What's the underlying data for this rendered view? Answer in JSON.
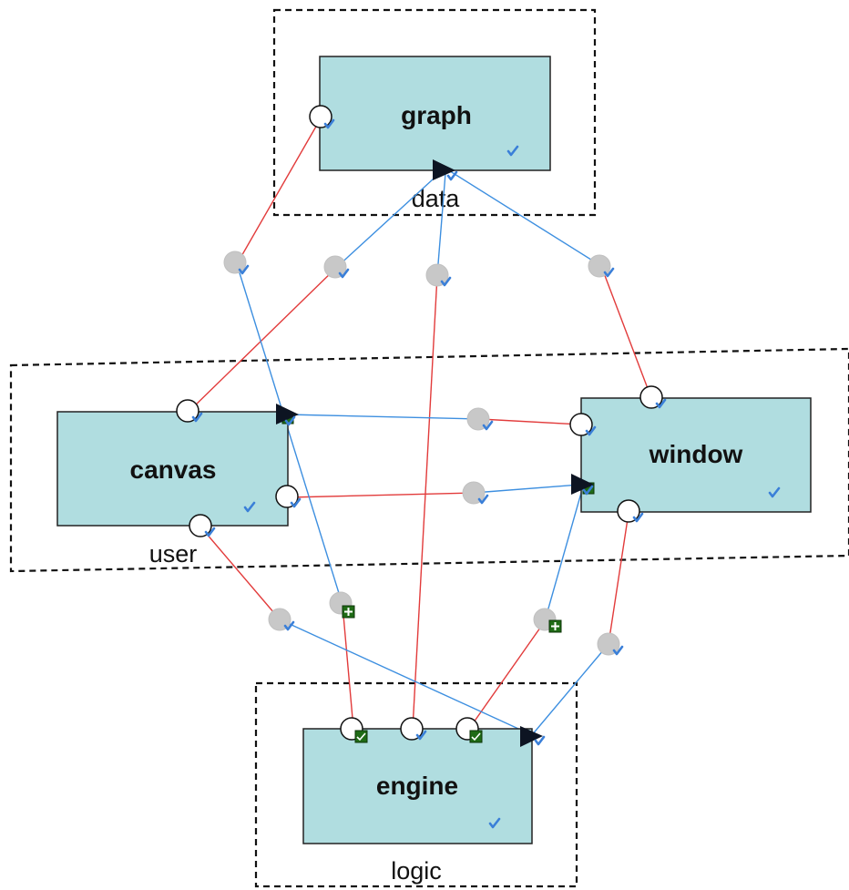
{
  "components": {
    "graph": "graph",
    "canvas": "canvas",
    "window": "window",
    "engine": "engine"
  },
  "groups": {
    "data": "data",
    "user": "user",
    "logic": "logic"
  },
  "colors": {
    "box_fill": "#b0dde0",
    "red_edge": "#e23b3b",
    "blue_edge": "#3d8fe0",
    "check": "#3a7fd8",
    "node": "#c8c8c8",
    "plus_marker": "#1f6b16"
  },
  "icons": {
    "port": "port-circle-icon",
    "provided": "arrow-triangle-icon",
    "valid": "check-icon",
    "add": "plus-icon"
  }
}
